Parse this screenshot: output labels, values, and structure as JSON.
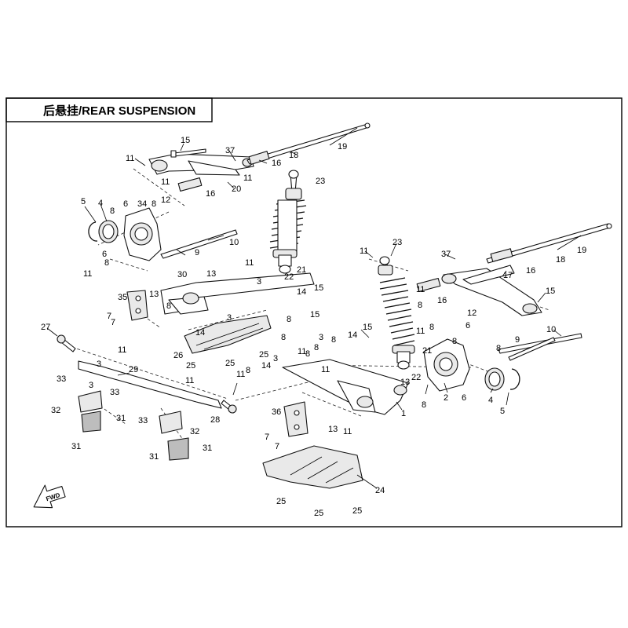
{
  "title": "后悬挂/REAR SUSPENSION",
  "fwd_label": "FWD",
  "callouts": [
    "15",
    "37",
    "11",
    "18",
    "19",
    "16",
    "11",
    "20",
    "16",
    "11",
    "23",
    "5",
    "4",
    "8",
    "6",
    "34",
    "8",
    "12",
    "10",
    "6",
    "9",
    "8",
    "11",
    "11",
    "13",
    "30",
    "22",
    "21",
    "3",
    "15",
    "35",
    "13",
    "3",
    "14",
    "8",
    "7",
    "7",
    "15",
    "8",
    "26",
    "14",
    "25",
    "25",
    "25",
    "27",
    "11",
    "3",
    "29",
    "33",
    "3",
    "33",
    "32",
    "31",
    "11",
    "28",
    "31",
    "33",
    "32",
    "31",
    "31",
    "23",
    "11",
    "37",
    "18",
    "19",
    "16",
    "17",
    "15",
    "16",
    "11",
    "8",
    "12",
    "6",
    "8",
    "3",
    "15",
    "13",
    "11",
    "14",
    "8",
    "10",
    "9",
    "8",
    "21",
    "36",
    "13",
    "11",
    "7",
    "7",
    "22",
    "2",
    "8",
    "6",
    "4",
    "5",
    "1",
    "24",
    "25",
    "25",
    "25",
    "11",
    "8",
    "14",
    "3",
    "11",
    "8",
    "11",
    "8",
    "8",
    "8"
  ]
}
